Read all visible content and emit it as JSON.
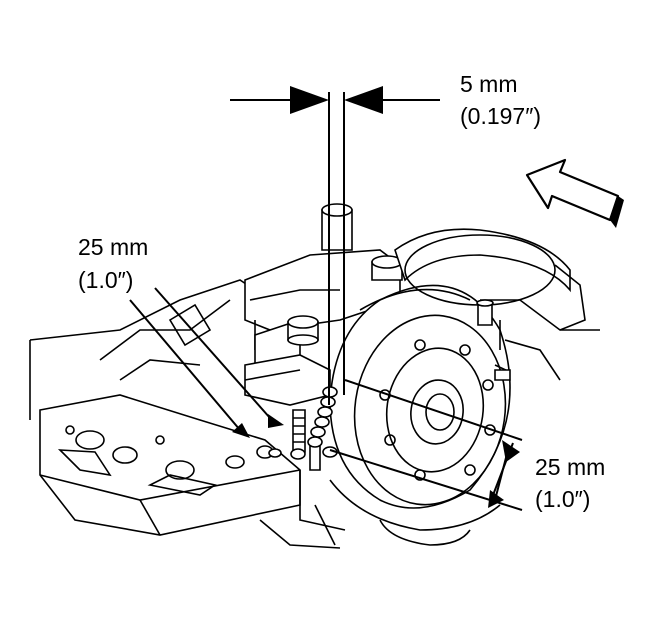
{
  "callouts": {
    "top": {
      "value": "5 mm",
      "inch": "(0.197″)"
    },
    "left": {
      "value": "25 mm",
      "inch": "(1.0″)"
    },
    "right": {
      "value": "25 mm",
      "inch": "(1.0″)"
    }
  },
  "icons": [
    "direction-arrow-icon",
    "dimension-arrow-icon"
  ]
}
